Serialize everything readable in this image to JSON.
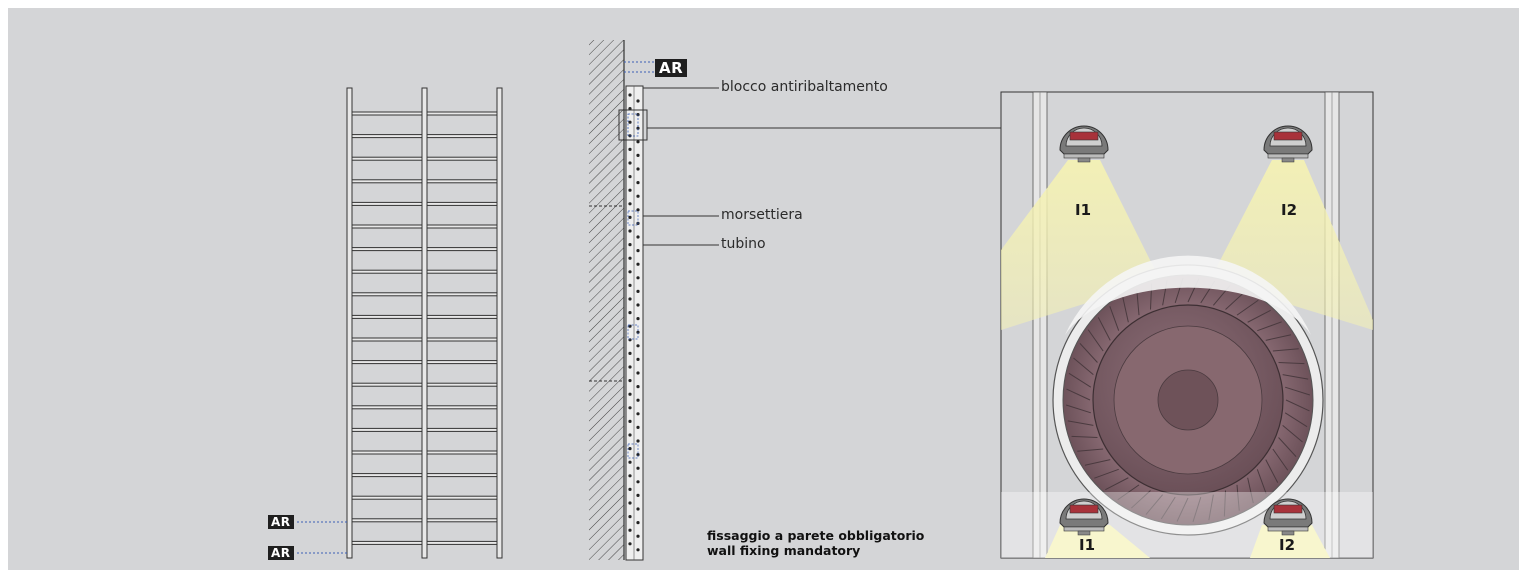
{
  "badges": {
    "top_ar": "AR",
    "left_ar_1": "AR",
    "left_ar_2": "AR"
  },
  "callouts": {
    "blocco": "blocco antiribaltamento",
    "morsettiera": "morsettiera",
    "tubino": "tubino"
  },
  "note": {
    "line1": "fissaggio a parete obbligatorio",
    "line2": "wall fixing mandatory"
  },
  "lamps": {
    "top_left": "I1",
    "top_right": "I2",
    "bottom_left": "I1",
    "bottom_right": "I2"
  },
  "colors": {
    "background": "#d4d5d7",
    "line": "#3a3a3a",
    "light_beam": "#f3f0b8",
    "fan_body": "#8a6b73",
    "hatch": "#555555",
    "dashed_blue": "#3b5fb5"
  }
}
